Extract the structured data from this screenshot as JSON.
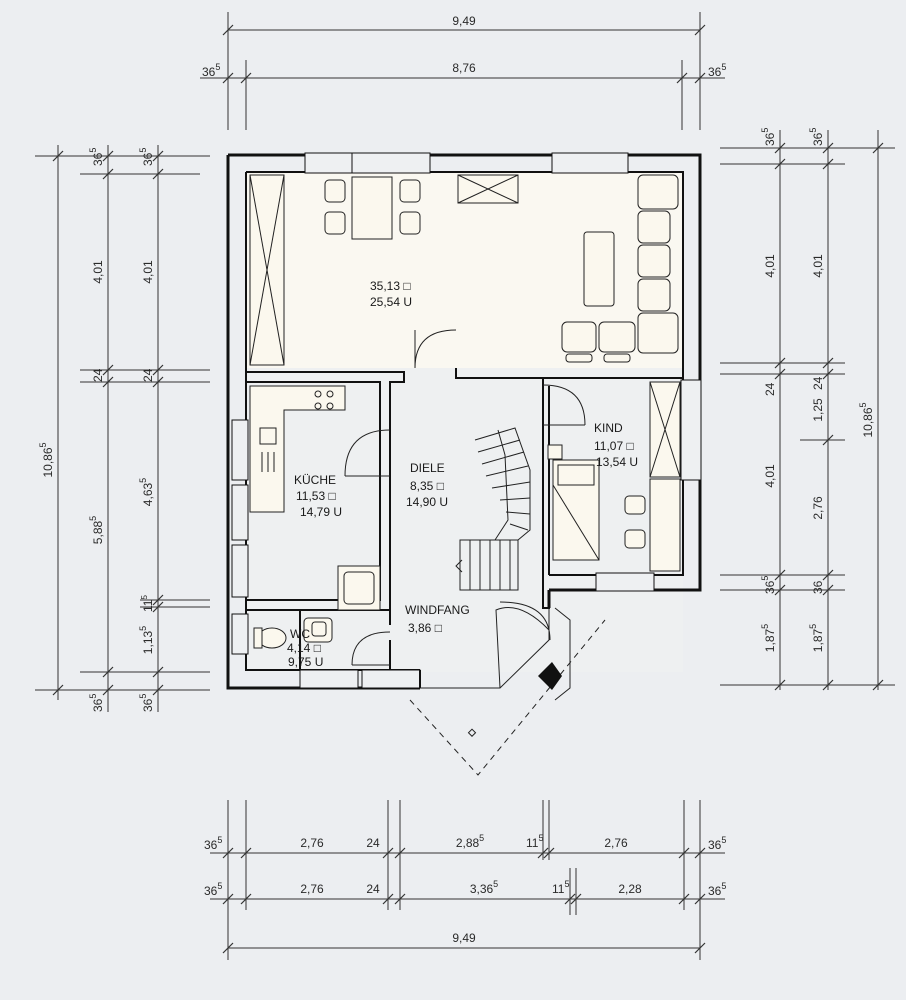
{
  "top_dimensions": {
    "overall": "9,49",
    "inner": "8,76",
    "left_wall": "36",
    "left_wall_sup": "5",
    "right_wall": "36",
    "right_wall_sup": "5"
  },
  "left_dimensions": {
    "outer_total": "10,86",
    "outer_total_sup": "5",
    "c1_top_wall": "36",
    "c1_top_wall_sup": "5",
    "c1_upper": "4,01",
    "c1_mid_wall": "24",
    "c1_lower": "5,88",
    "c1_lower_sup": "5",
    "c1_bottom_wall": "36",
    "c1_bottom_wall_sup": "5",
    "c2_top_wall": "36",
    "c2_top_wall_sup": "5",
    "c2_upper": "4,01",
    "c2_mid_wall": "24",
    "c2_lower": "4,63",
    "c2_lower_sup": "5",
    "c2_small": "11",
    "c2_small_sup": "5",
    "c2_wc": "1,13",
    "c2_wc_sup": "5",
    "c2_bottom_wall": "36",
    "c2_bottom_wall_sup": "5"
  },
  "right_dimensions": {
    "outer_total": "10,86",
    "outer_total_sup": "5",
    "c1_top_wall": "36",
    "c1_top_wall_sup": "5",
    "c1_upper": "4,01",
    "c1_mid_wall": "24",
    "c1_lower": "4,01",
    "c1_wall2": "36",
    "c1_wall2_sup": "5",
    "c1_bottom": "1,87",
    "c1_bottom_sup": "5",
    "c2_top_wall": "36",
    "c2_top_wall_sup": "5",
    "c2_upper": "4,01",
    "c2_mid_wall": "24",
    "c2_small": "1,25",
    "c2_lower": "2,76",
    "c2_wall2": "36",
    "c2_bottom": "1,87",
    "c2_bottom_sup": "5"
  },
  "bottom_dimensions": {
    "row1": {
      "wall_l": "36",
      "wall_l_sup": "5",
      "a": "2,76",
      "b": "24",
      "c": "2,88",
      "c_sup": "5",
      "d": "11",
      "d_sup": "5",
      "e": "2,76",
      "wall_r": "36",
      "wall_r_sup": "5"
    },
    "row2": {
      "wall_l": "36",
      "wall_l_sup": "5",
      "a": "2,76",
      "b": "24",
      "c": "3,36",
      "c_sup": "5",
      "d": "11",
      "d_sup": "5",
      "e": "2,28",
      "wall_r": "36",
      "wall_r_sup": "5"
    },
    "overall": "9,49"
  },
  "rooms": {
    "living": {
      "area1": "35,13 □",
      "area2": "25,54 U"
    },
    "kueche": {
      "name": "KÜCHE",
      "area1": "11,53 □",
      "area2": "14,79 U"
    },
    "diele": {
      "name": "DIELE",
      "area1": "8,35 □",
      "area2": "14,90 U"
    },
    "kind": {
      "name": "KIND",
      "area1": "11,07 □",
      "area2": "13,54 U"
    },
    "windfang": {
      "name": "WINDFANG",
      "area1": "3,86 □"
    },
    "wc": {
      "name": "WC",
      "area1": "4,14 □",
      "area2": "9,75 U"
    }
  }
}
